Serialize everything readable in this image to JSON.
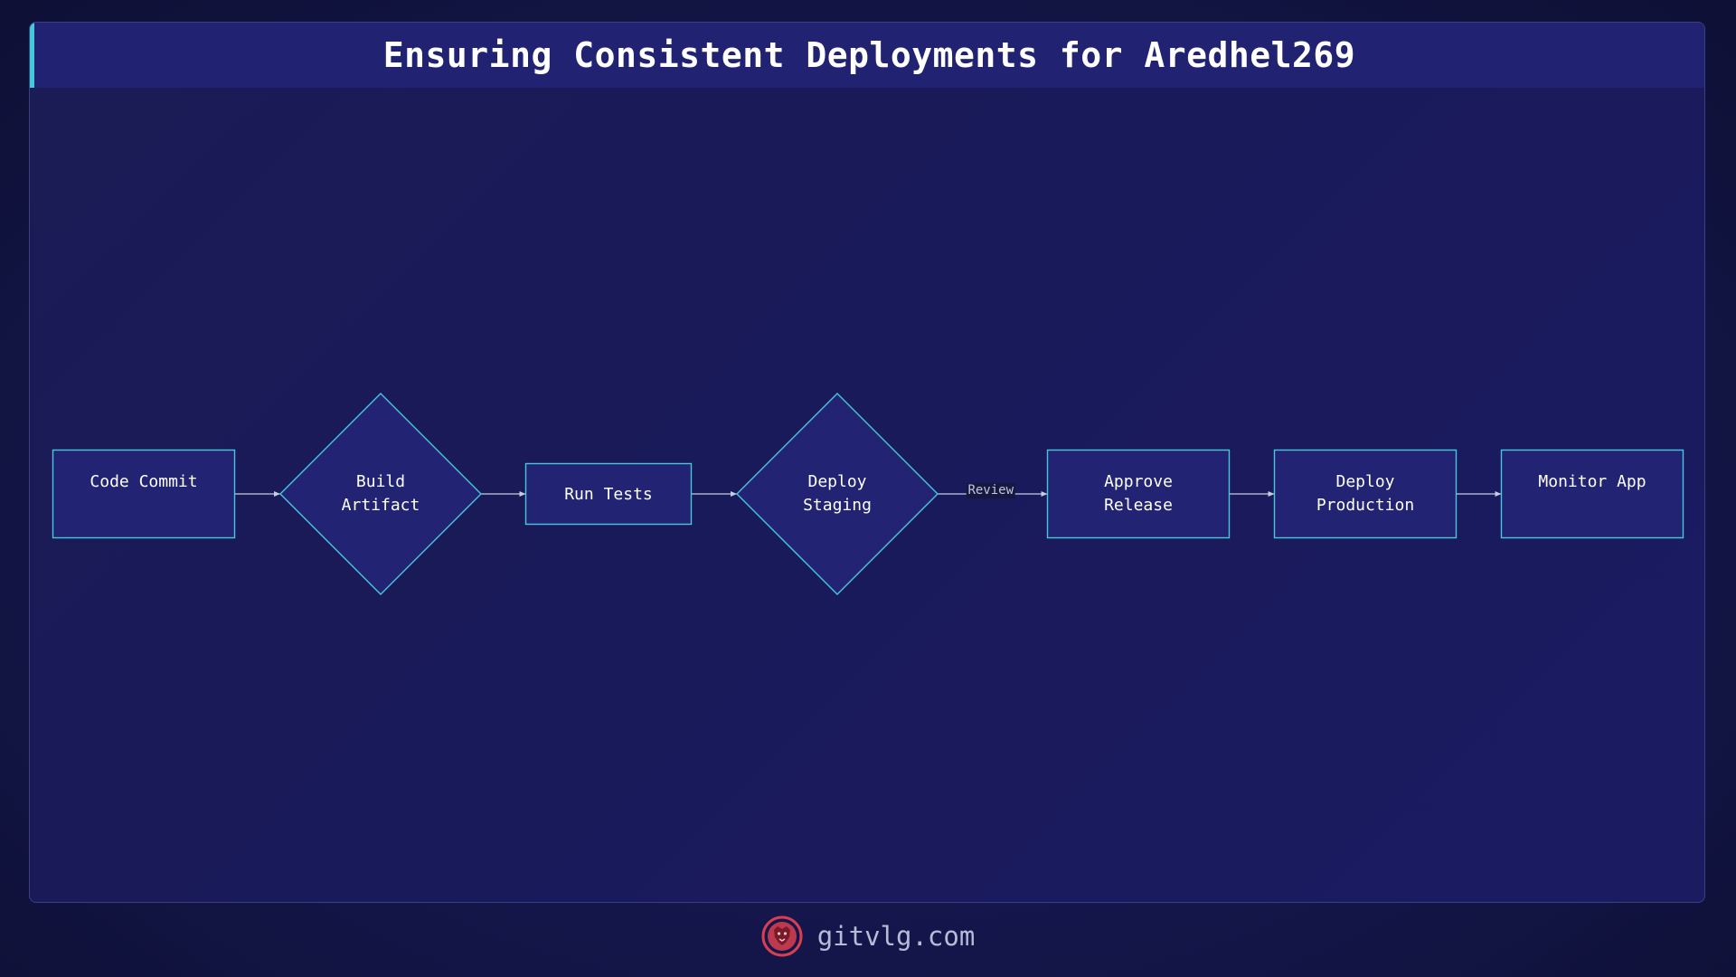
{
  "header": {
    "title": "Ensuring Consistent Deployments for Aredhel269"
  },
  "flow": {
    "nodes": [
      {
        "id": "code-commit",
        "shape": "rect",
        "lines": [
          "Code Commit"
        ]
      },
      {
        "id": "build-artifact",
        "shape": "diamond",
        "lines": [
          "Build",
          "Artifact"
        ]
      },
      {
        "id": "run-tests",
        "shape": "rect",
        "lines": [
          "Run Tests"
        ]
      },
      {
        "id": "deploy-staging",
        "shape": "diamond",
        "lines": [
          "Deploy",
          "Staging"
        ]
      },
      {
        "id": "approve-release",
        "shape": "rect",
        "lines": [
          "Approve",
          "Release"
        ]
      },
      {
        "id": "deploy-production",
        "shape": "rect",
        "lines": [
          "Deploy",
          "Production"
        ]
      },
      {
        "id": "monitor-app",
        "shape": "rect",
        "lines": [
          "Monitor App"
        ]
      }
    ],
    "edges": [
      {
        "from": "code-commit",
        "to": "build-artifact",
        "label": ""
      },
      {
        "from": "build-artifact",
        "to": "run-tests",
        "label": ""
      },
      {
        "from": "run-tests",
        "to": "deploy-staging",
        "label": ""
      },
      {
        "from": "deploy-staging",
        "to": "approve-release",
        "label": "Review"
      },
      {
        "from": "approve-release",
        "to": "deploy-production",
        "label": ""
      },
      {
        "from": "deploy-production",
        "to": "monitor-app",
        "label": ""
      }
    ]
  },
  "footer": {
    "site": "gitvlg.com",
    "logo_icon": "lion-head-icon"
  },
  "colors": {
    "node_fill": "#232373",
    "node_stroke": "#46c8d8",
    "edge": "#c9cbe0",
    "text": "#ffffff",
    "edge_label_bg": "#161840",
    "edge_label_text": "#c3c6dd",
    "logo": "#d9404f"
  }
}
